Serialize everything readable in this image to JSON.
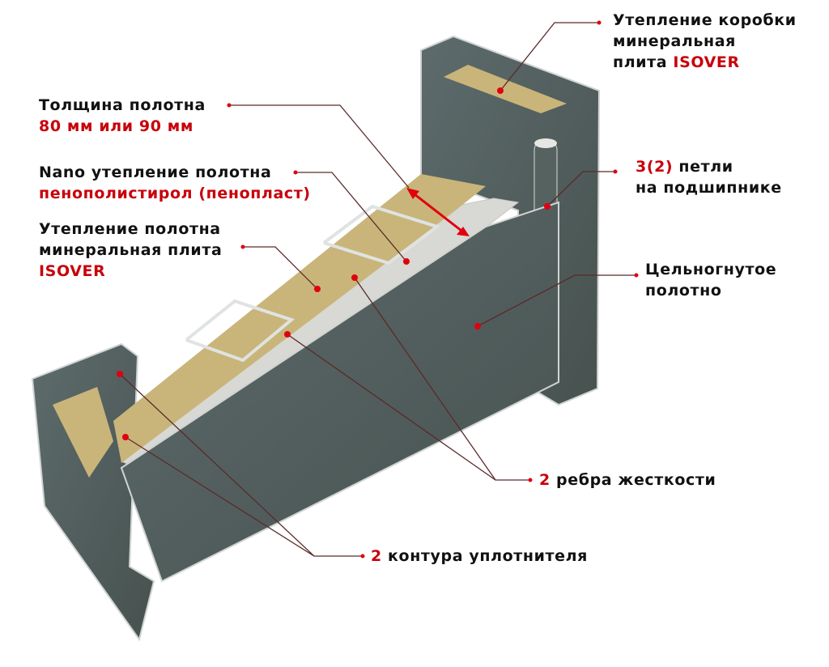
{
  "colors": {
    "accent": "#c8000a",
    "steel": "#4f5d5e",
    "mineral_wool": "#c9b57a",
    "foam": "#d8d8d4",
    "leader": "#5a2a2a"
  },
  "labels": {
    "thickness": {
      "line1": "Толщина полотна",
      "line2": "80 мм или 90 мм"
    },
    "nano": {
      "line1": "Nano утепление полотна",
      "line2": "пенополистирол (пенопласт)"
    },
    "leaf_insulation": {
      "line1": "Утепление полотна",
      "line2": "минеральная плита",
      "line3": "ISOVER"
    },
    "frame_insulation": {
      "line1": "Утепление коробки",
      "line2": "минеральная",
      "line3a": "плита ",
      "line3b": "ISOVER"
    },
    "hinges": {
      "line1a": "3(2)",
      "line1b": " петли",
      "line2": "на подшипнике"
    },
    "solid_bent": {
      "line1": "Цельногнутое",
      "line2": "полотно"
    },
    "ribs": {
      "num": "2",
      "text": " ребра жесткости"
    },
    "seals": {
      "num": "2",
      "text": " контура уплотнителя"
    }
  }
}
